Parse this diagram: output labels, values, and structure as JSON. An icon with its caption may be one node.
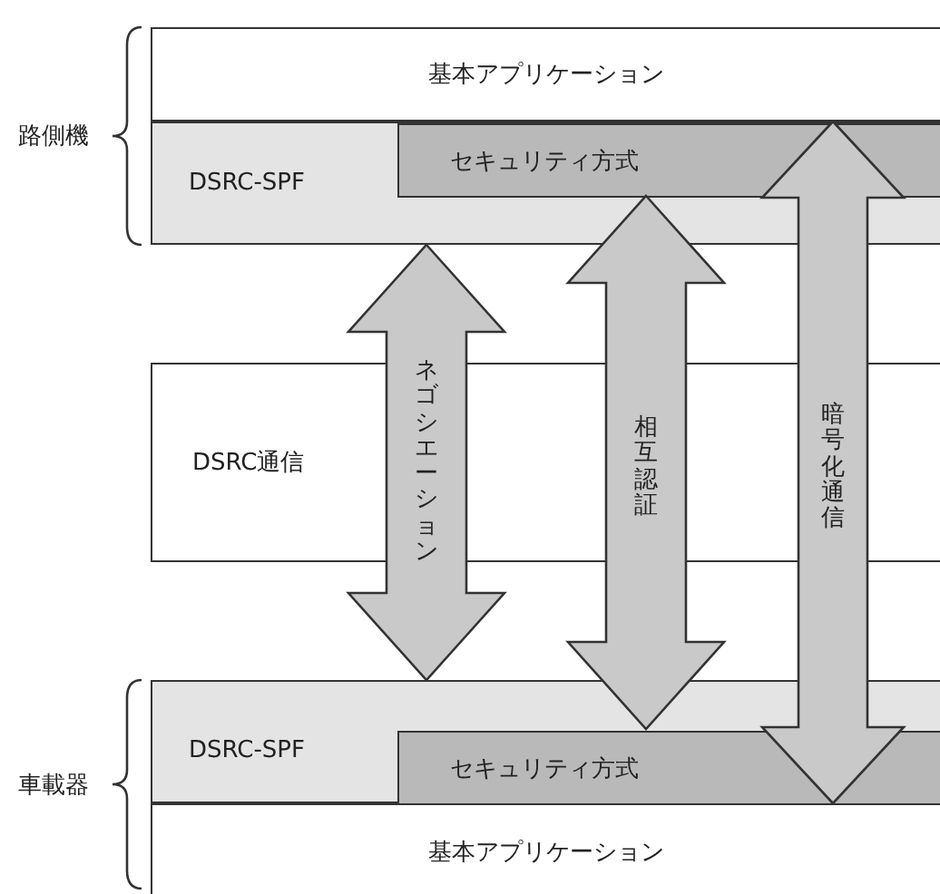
{
  "diagram": {
    "nodes": [
      {
        "text": [
          "基本アプリケーション"
        ]
      },
      {
        "text": [
          "DSRC-SPF"
        ]
      },
      {
        "text": [
          "セキュリティ方式"
        ],
        "in": 1
      },
      {
        "text": [
          "DSRC通信"
        ]
      },
      {
        "text": [
          "DSRC-SPF"
        ]
      },
      {
        "text": [
          "セキュリティ方式"
        ],
        "in": 4
      },
      {
        "text": [
          "基本アプリケーション"
        ]
      }
    ],
    "edges": [
      {
        "from": 1,
        "to": 4,
        "arrow": "both",
        "label": "ネゴシエーション"
      },
      {
        "from": 2,
        "to": 5,
        "arrow": "both",
        "label": "相互認証"
      },
      {
        "from": 0,
        "to": 6,
        "arrow": "both",
        "label": "暗号化通信"
      }
    ],
    "labels": [
      "路側機",
      "車載器"
    ]
  }
}
